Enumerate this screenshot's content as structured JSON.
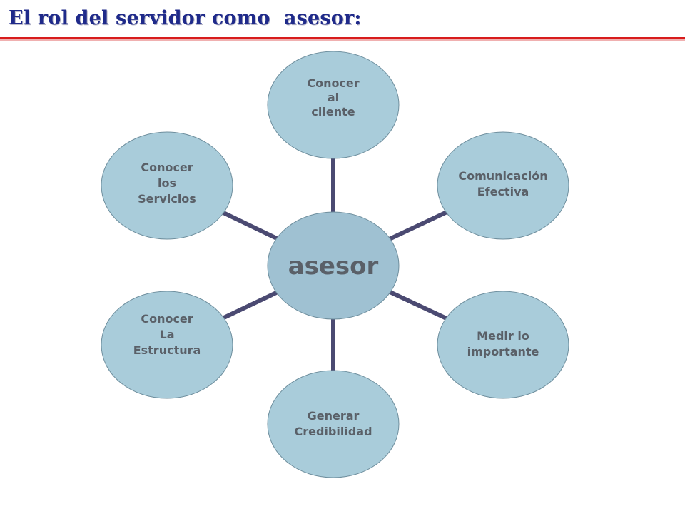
{
  "slide": {
    "title": "El rol del servidor como  asesor:"
  },
  "colors": {
    "title": "#1f2a8a",
    "rule": "#d81c1c",
    "node_fill": "#a9ccda",
    "center_fill": "#9fc1d2",
    "connector": "#4b4a72",
    "node_text": "#5a6068"
  },
  "diagram": {
    "center": {
      "label": "asesor"
    },
    "nodes": [
      {
        "id": "conocer-cliente",
        "lines": [
          "Conocer",
          "al",
          "cliente"
        ]
      },
      {
        "id": "comunicacion",
        "lines": [
          "Comunicación",
          "Efectiva"
        ]
      },
      {
        "id": "medir",
        "lines": [
          "Medir lo",
          "importante"
        ]
      },
      {
        "id": "credibilidad",
        "lines": [
          "Generar",
          "Credibilidad"
        ]
      },
      {
        "id": "estructura",
        "lines": [
          "Conocer",
          "La",
          "Estructura"
        ]
      },
      {
        "id": "servicios",
        "lines": [
          "Conocer",
          "los",
          "Servicios"
        ]
      }
    ]
  }
}
